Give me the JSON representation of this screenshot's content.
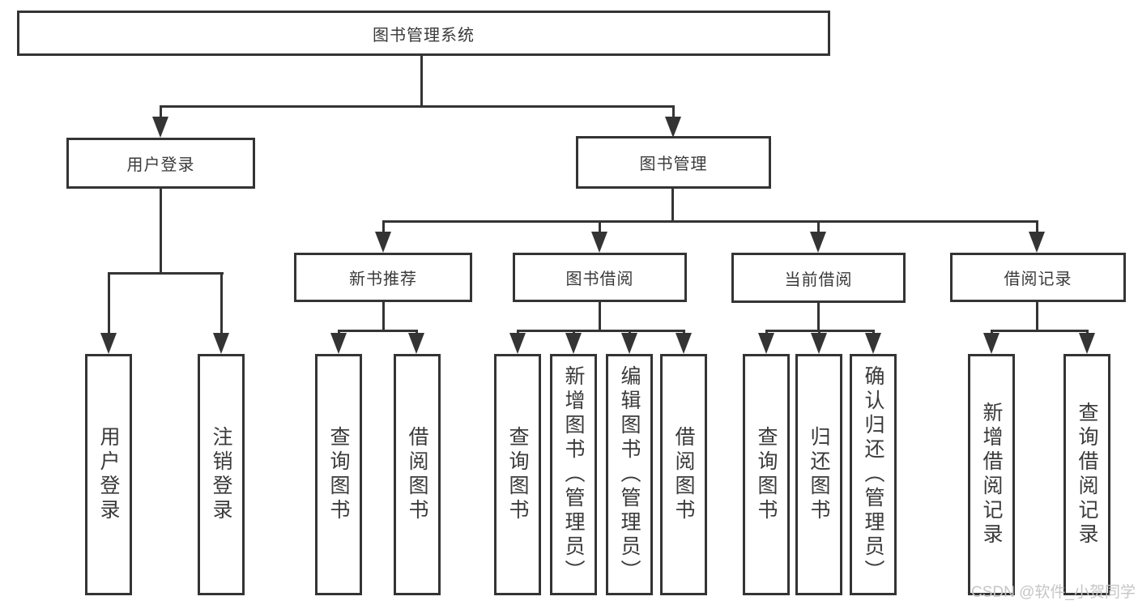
{
  "diagram": {
    "root": "图书管理系统",
    "level2": [
      "用户登录",
      "图书管理"
    ],
    "level3": [
      "新书推荐",
      "图书借阅",
      "当前借阅",
      "借阅记录"
    ],
    "leaves": [
      "用户登录",
      "注销登录",
      "查询图书",
      "借阅图书",
      "查询图书",
      "新增图书（管理员）",
      "编辑图书（管理员）",
      "借阅图书",
      "查询图书",
      "归还图书",
      "确认归还（管理员）",
      "新增借阅记录",
      "查询借阅记录"
    ]
  },
  "watermark": "CSDN @软件_小贺同学",
  "colors": {
    "line": "#343434",
    "text": "#3a3a3a",
    "watermark": "#c6c6c6",
    "background": "#ffffff"
  }
}
